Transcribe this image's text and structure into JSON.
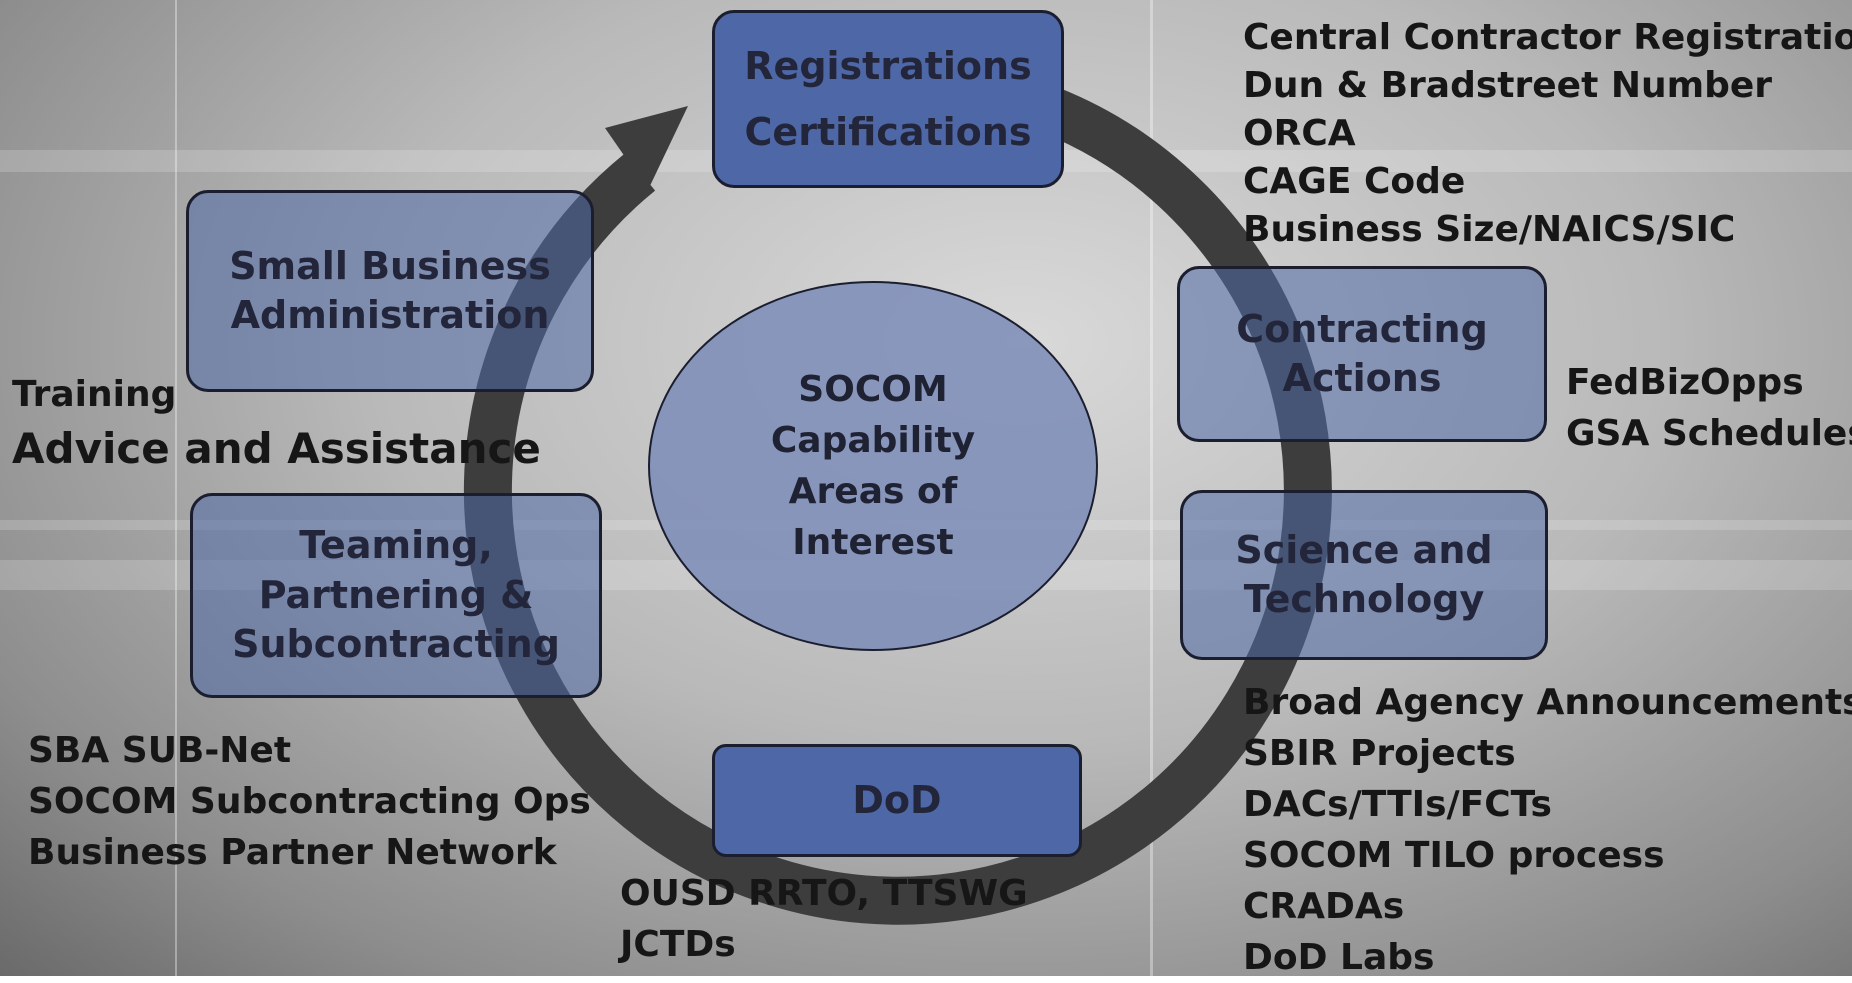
{
  "center": {
    "lines": [
      "SOCOM",
      "Capability",
      "Areas of",
      "Interest"
    ]
  },
  "boxes": {
    "registrations": [
      "Registrations",
      "Certifications"
    ],
    "sba": [
      "Small Business",
      "Administration"
    ],
    "contracting": [
      "Contracting",
      "Actions"
    ],
    "science": [
      "Science and",
      "Technology"
    ],
    "teaming": [
      "Teaming,",
      "Partnering &",
      "Subcontracting"
    ],
    "dod": [
      "DoD"
    ]
  },
  "lists": {
    "registrations": [
      "Central Contractor Registration",
      "Dun & Bradstreet Number",
      "ORCA",
      "CAGE Code",
      "Business Size/NAICS/SIC"
    ],
    "contracting": [
      "FedBizOpps",
      "GSA Schedules"
    ],
    "science": [
      "Broad Agency Announcements",
      "SBIR Projects",
      "DACs/TTIs/FCTs",
      "SOCOM TILO process",
      "CRADAs",
      "DoD Labs"
    ],
    "teaming": [
      "SBA SUB-Net",
      "SOCOM Subcontracting Ops",
      "Business Partner Network"
    ],
    "dod": [
      "OUSD RRTO, TTSWG",
      "JCTDs"
    ]
  },
  "sba_notes": {
    "training": "Training",
    "advice": "Advice and Assistance"
  },
  "colors": {
    "box_fill": "#4e67a6",
    "ring": "#3d3d3d",
    "text": "#161616"
  }
}
